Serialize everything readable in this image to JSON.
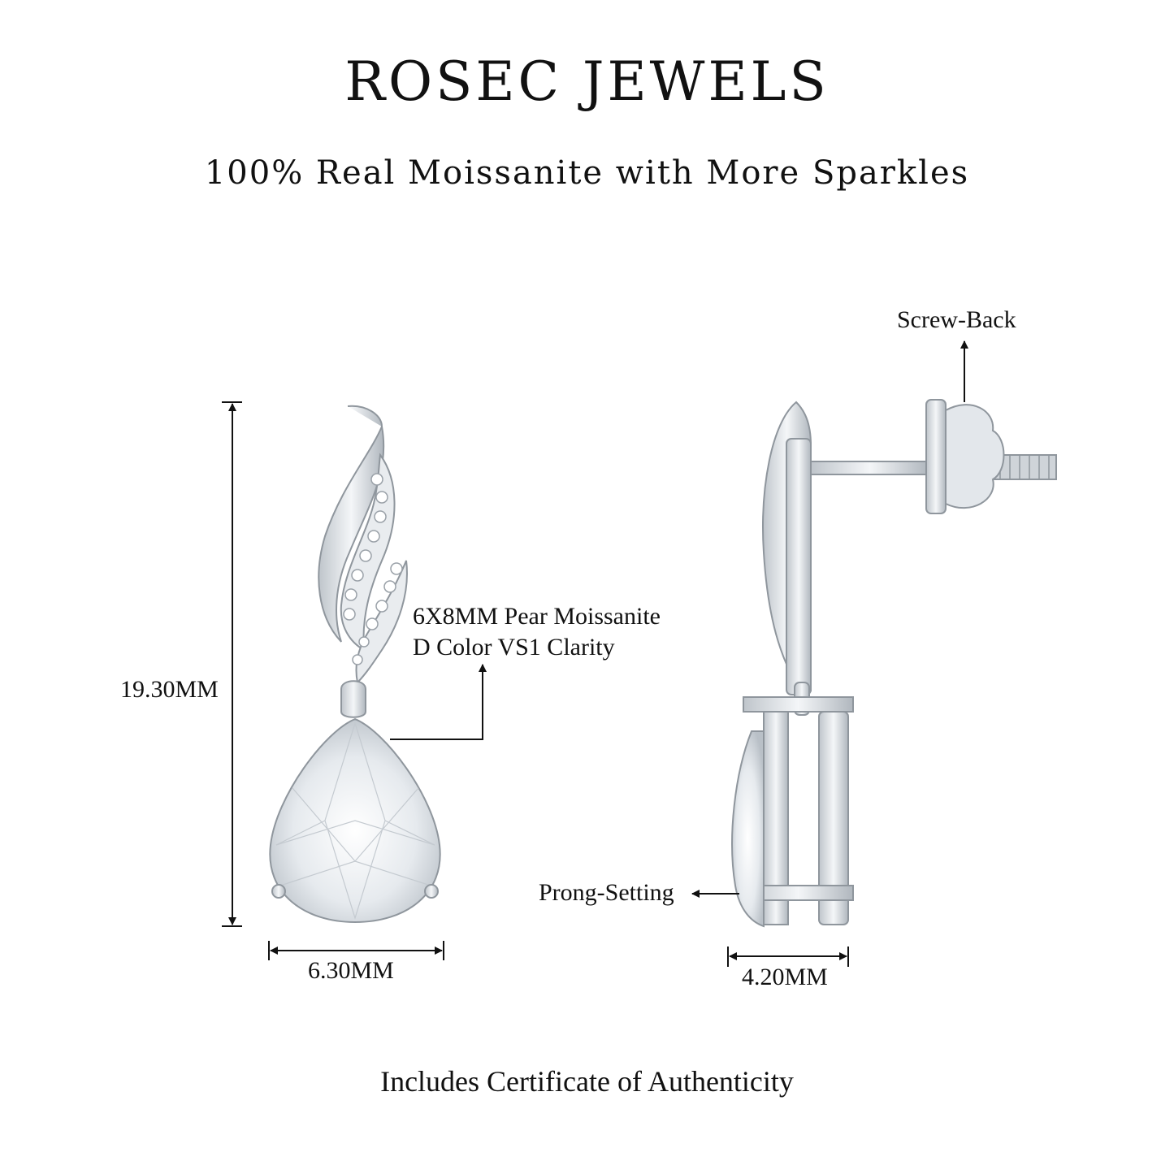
{
  "brand": {
    "title": "ROSEC JEWELS",
    "subtitle": "100% Real Moissanite with More Sparkles"
  },
  "front_view": {
    "height_label": "19.30MM",
    "width_label": "6.30MM",
    "stone_label_line1": "6X8MM Pear Moissanite",
    "stone_label_line2": "D Color VS1 Clarity"
  },
  "side_view": {
    "screw_label": "Screw-Back",
    "prong_label": "Prong-Setting",
    "width_label": "4.20MM"
  },
  "footer": {
    "text": "Includes Certificate of Authenticity"
  },
  "colors": {
    "metal": "#d9dde1",
    "metal_dark": "#9aa1a8",
    "stone": "#eef1f4",
    "line": "#111111"
  }
}
